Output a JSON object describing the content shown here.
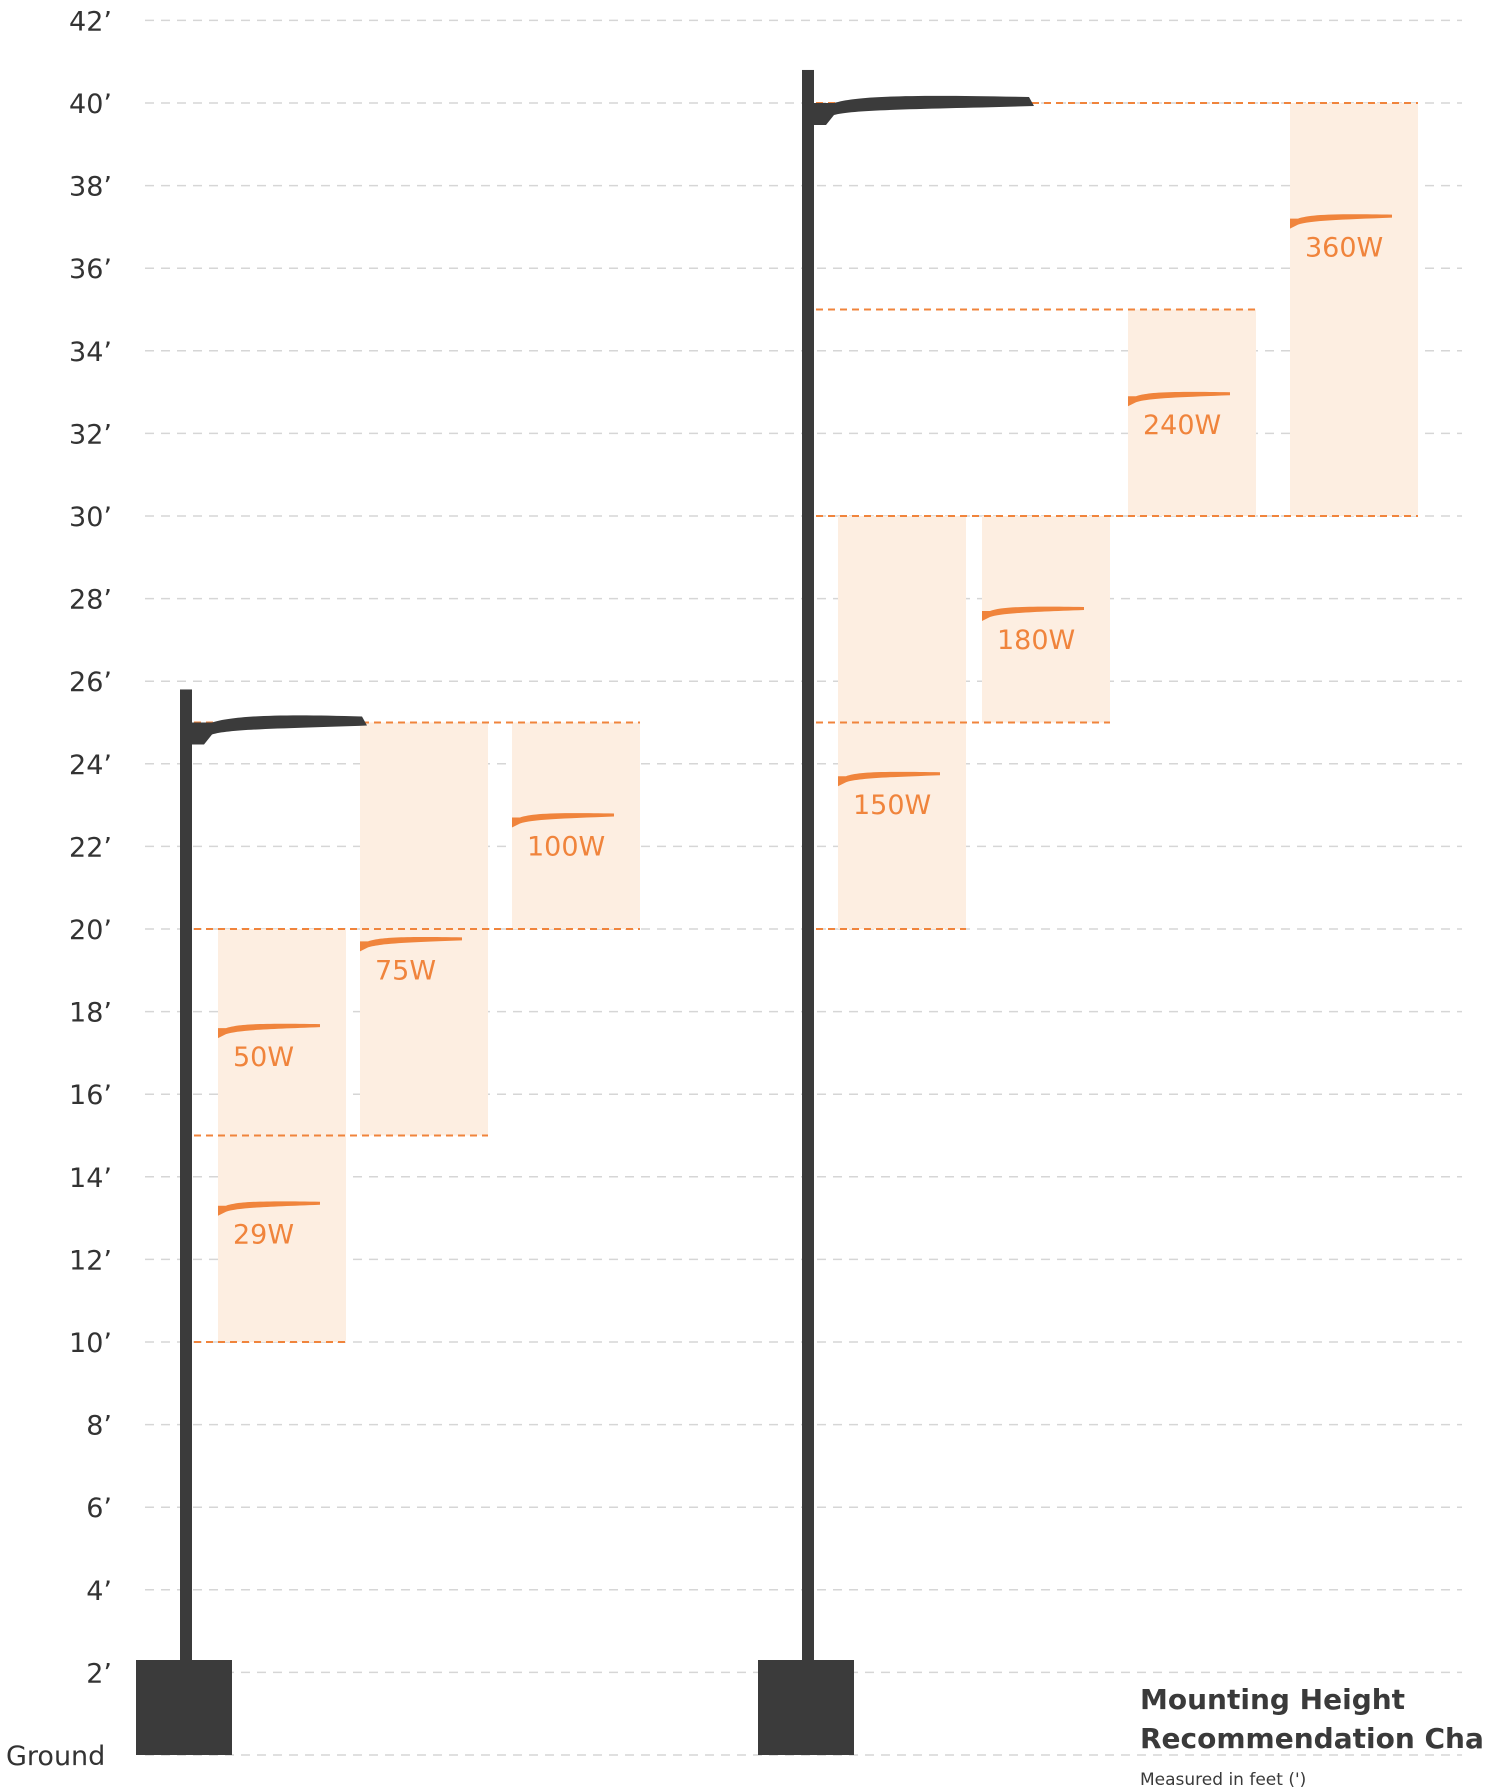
{
  "chart_data": {
    "type": "bar",
    "title_lines": [
      "Mounting Height",
      "Recommendation Chart"
    ],
    "subtitle": "Measured in feet (')",
    "y_ticks": [
      {
        "value": 42,
        "label": "42’"
      },
      {
        "value": 40,
        "label": "40’"
      },
      {
        "value": 38,
        "label": "38’"
      },
      {
        "value": 36,
        "label": "36’"
      },
      {
        "value": 34,
        "label": "34’"
      },
      {
        "value": 32,
        "label": "32’"
      },
      {
        "value": 30,
        "label": "30’"
      },
      {
        "value": 28,
        "label": "28’"
      },
      {
        "value": 26,
        "label": "26’"
      },
      {
        "value": 24,
        "label": "24’"
      },
      {
        "value": 22,
        "label": "22’"
      },
      {
        "value": 20,
        "label": "20’"
      },
      {
        "value": 18,
        "label": "18’"
      },
      {
        "value": 16,
        "label": "16’"
      },
      {
        "value": 14,
        "label": "14’"
      },
      {
        "value": 12,
        "label": "12’"
      },
      {
        "value": 10,
        "label": "10’"
      },
      {
        "value": 8,
        "label": "8’"
      },
      {
        "value": 6,
        "label": "6’"
      },
      {
        "value": 4,
        "label": "4’"
      },
      {
        "value": 2,
        "label": "2’"
      },
      {
        "value": 0,
        "label": "Ground"
      }
    ],
    "ylim": [
      0,
      42
    ],
    "grid": true,
    "poles": [
      {
        "height": 25.8,
        "luminaire_height": 25
      },
      {
        "height": 40.8,
        "luminaire_height": 40
      }
    ],
    "ranges": [
      {
        "label": "29W",
        "min": 10,
        "max": 15,
        "fixture_height": 13.3,
        "pole": 0
      },
      {
        "label": "50W",
        "min": 15,
        "max": 20,
        "fixture_height": 17.6,
        "pole": 0
      },
      {
        "label": "75W",
        "min": 15,
        "max": 25,
        "fixture_height": 19.7,
        "pole": 0
      },
      {
        "label": "100W",
        "min": 20,
        "max": 25,
        "fixture_height": 22.7,
        "pole": 0
      },
      {
        "label": "150W",
        "min": 20,
        "max": 30,
        "fixture_height": 23.7,
        "pole": 1
      },
      {
        "label": "180W",
        "min": 25,
        "max": 30,
        "fixture_height": 27.7,
        "pole": 1
      },
      {
        "label": "240W",
        "min": 30,
        "max": 35,
        "fixture_height": 32.9,
        "pole": 1
      },
      {
        "label": "360W",
        "min": 30,
        "max": 40,
        "fixture_height": 37.2,
        "pole": 1
      }
    ],
    "colors": {
      "range_fill": "#fdeee1",
      "fixture": "#f0843c",
      "label": "#f0843c",
      "dash": "#f0843c",
      "pole": "#3b3b3b",
      "grid": "#d6d6d6",
      "text": "#333333"
    }
  }
}
